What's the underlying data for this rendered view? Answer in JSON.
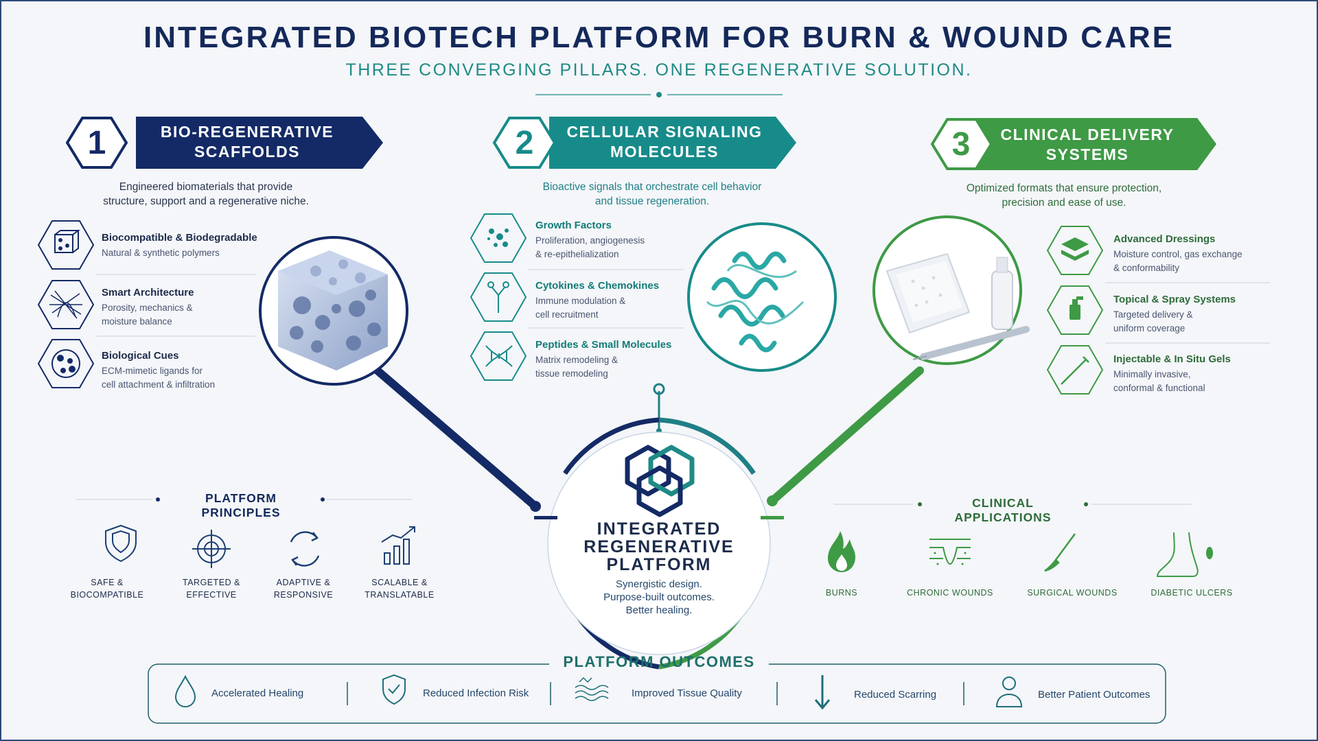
{
  "header": {
    "title": "INTEGRATED BIOTECH PLATFORM FOR BURN & WOUND CARE",
    "subtitle": "THREE CONVERGING PILLARS. ONE REGENERATIVE SOLUTION."
  },
  "colors": {
    "navy": "#1a2f6b",
    "teal": "#178b8a",
    "green": "#3e9a45",
    "dark_text": "#1c2b4a"
  },
  "pillars": [
    {
      "number": "1",
      "title_line1": "BIO-REGENERATIVE",
      "title_line2": "SCAFFOLDS",
      "desc_line1": "Engineered biomaterials that provide",
      "desc_line2": "structure, support and a regenerative niche.",
      "features": [
        {
          "icon": "porous-cube-icon",
          "title": "Biocompatible & Biodegradable",
          "desc_line1": "Natural & synthetic polymers",
          "desc_line2": ""
        },
        {
          "icon": "fiber-mesh-icon",
          "title": "Smart Architecture",
          "desc_line1": "Porosity, mechanics &",
          "desc_line2": "moisture balance"
        },
        {
          "icon": "cell-cluster-icon",
          "title": "Biological Cues",
          "desc_line1": "ECM-mimetic ligands for",
          "desc_line2": "cell attachment & infiltration"
        }
      ]
    },
    {
      "number": "2",
      "title_line1": "CELLULAR SIGNALING",
      "title_line2": "MOLECULES",
      "desc_line1": "Bioactive signals that orchestrate cell behavior",
      "desc_line2": "and tissue regeneration.",
      "features": [
        {
          "icon": "dots-cluster-icon",
          "title": "Growth Factors",
          "desc_line1": "Proliferation, angiogenesis",
          "desc_line2": "& re-epithelialization"
        },
        {
          "icon": "receptor-icon",
          "title": "Cytokines & Chemokines",
          "desc_line1": "Immune modulation &",
          "desc_line2": "cell recruitment"
        },
        {
          "icon": "dna-icon",
          "title": "Peptides & Small Molecules",
          "desc_line1": "Matrix remodeling &",
          "desc_line2": "tissue remodeling"
        }
      ]
    },
    {
      "number": "3",
      "title_line1": "CLINICAL DELIVERY",
      "title_line2": "SYSTEMS",
      "desc_line1": "Optimized formats that ensure protection,",
      "desc_line2": "precision and ease of use.",
      "features": [
        {
          "icon": "layers-icon",
          "title": "Advanced Dressings",
          "desc_line1": "Moisture control, gas exchange",
          "desc_line2": "& conformability"
        },
        {
          "icon": "spray-bottle-icon",
          "title": "Topical & Spray Systems",
          "desc_line1": "Targeted delivery &",
          "desc_line2": "uniform coverage"
        },
        {
          "icon": "syringe-icon",
          "title": "Injectable & In Situ Gels",
          "desc_line1": "Minimally invasive,",
          "desc_line2": "conformal & functional"
        }
      ]
    }
  ],
  "center": {
    "title_line1": "INTEGRATED",
    "title_line2": "REGENERATIVE",
    "title_line3": "PLATFORM",
    "tag_line1": "Synergistic design.",
    "tag_line2": "Purpose-built outcomes.",
    "tag_line3": "Better healing."
  },
  "principles": {
    "heading": "PLATFORM PRINCIPLES",
    "items": [
      {
        "icon": "shield-icon",
        "line1": "SAFE &",
        "line2": "BIOCOMPATIBLE"
      },
      {
        "icon": "target-icon",
        "line1": "TARGETED &",
        "line2": "EFFECTIVE"
      },
      {
        "icon": "refresh-icon",
        "line1": "ADAPTIVE &",
        "line2": "RESPONSIVE"
      },
      {
        "icon": "growth-chart-icon",
        "line1": "SCALABLE &",
        "line2": "TRANSLATABLE"
      }
    ]
  },
  "applications": {
    "heading": "CLINICAL APPLICATIONS",
    "items": [
      {
        "icon": "flame-icon",
        "label": "BURNS"
      },
      {
        "icon": "skin-layers-icon",
        "label": "CHRONIC WOUNDS"
      },
      {
        "icon": "scalpel-icon",
        "label": "SURGICAL WOUNDS"
      },
      {
        "icon": "foot-icon",
        "label": "DIABETIC ULCERS"
      }
    ]
  },
  "outcomes": {
    "heading": "PLATFORM OUTCOMES",
    "items": [
      {
        "icon": "drop-icon",
        "label": "Accelerated Healing"
      },
      {
        "icon": "shield-check-icon",
        "label": "Reduced Infection Risk"
      },
      {
        "icon": "tissue-wave-icon",
        "label": "Improved Tissue Quality"
      },
      {
        "icon": "down-arrow-icon",
        "label": "Reduced Scarring"
      },
      {
        "icon": "person-icon",
        "label": "Better Patient Outcomes"
      }
    ]
  }
}
